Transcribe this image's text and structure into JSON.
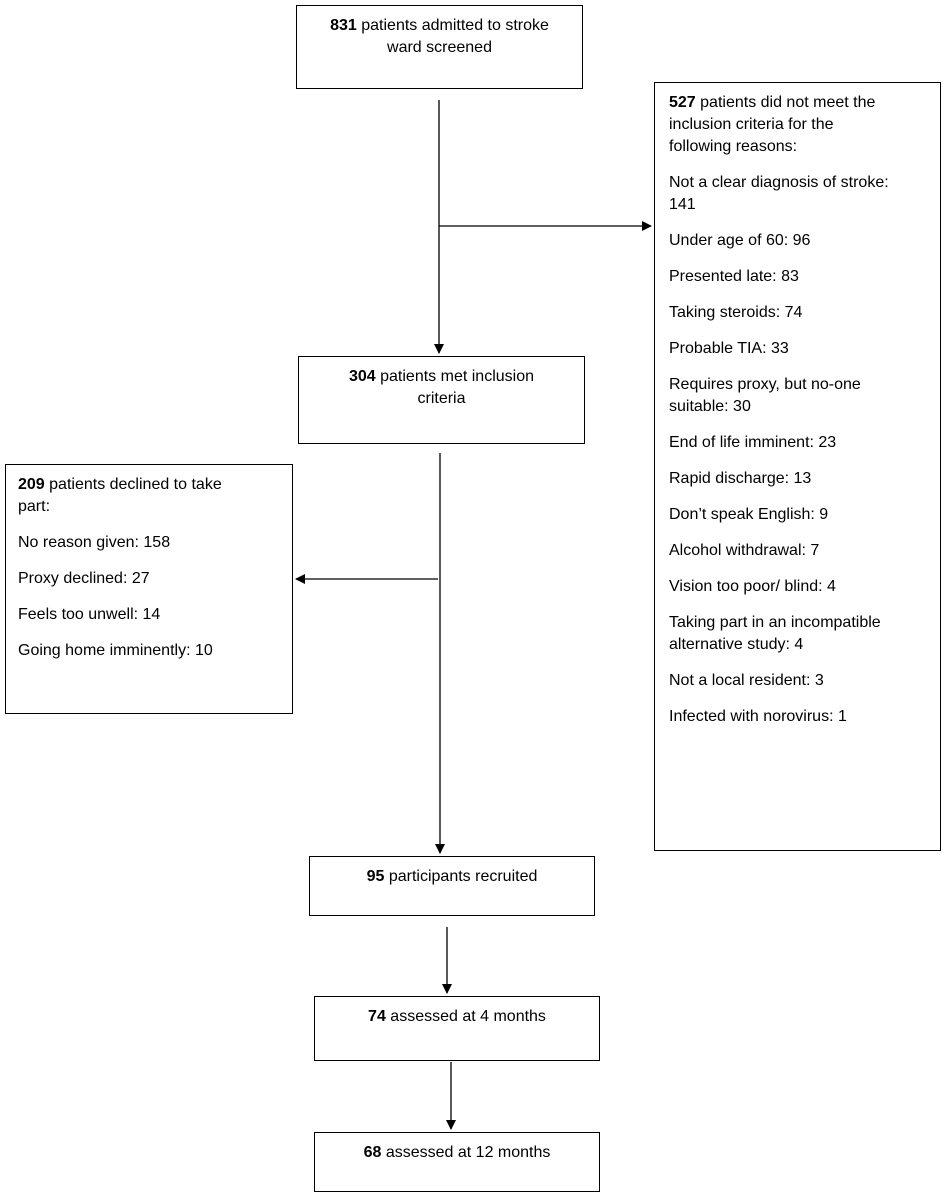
{
  "boxes": {
    "screened": {
      "count": "831",
      "text": " patients admitted to stroke",
      "text2": "ward screened"
    },
    "met": {
      "count": "304",
      "text": " patients met inclusion",
      "text2": "criteria"
    },
    "declined": {
      "count": "209",
      "text": " patients declined to take",
      "text2": "part:",
      "reasons": [
        "No reason given: 158",
        "Proxy declined: 27",
        "Feels too unwell: 14",
        "Going home imminently: 10"
      ]
    },
    "excluded": {
      "count": "527",
      "text": " patients did not meet the",
      "text2": "inclusion criteria for the",
      "text3": "following reasons:",
      "reasons": [
        [
          "Not a clear diagnosis of stroke:",
          "141"
        ],
        [
          "Under age of 60: 96"
        ],
        [
          "Presented late: 83"
        ],
        [
          "Taking steroids: 74"
        ],
        [
          "Probable TIA: 33"
        ],
        [
          "Requires proxy, but no-one",
          "suitable: 30"
        ],
        [
          "End of life imminent: 23"
        ],
        [
          "Rapid discharge: 13"
        ],
        [
          "Don’t speak English: 9"
        ],
        [
          "Alcohol withdrawal: 7"
        ],
        [
          "Vision too poor/ blind: 4"
        ],
        [
          "Taking part in an incompatible",
          "alternative study: 4"
        ],
        [
          "Not a local resident: 3"
        ],
        [
          "Infected with norovirus: 1"
        ]
      ]
    },
    "recruited": {
      "count": "95",
      "text": " participants recruited"
    },
    "four_months": {
      "count": "74",
      "text": " assessed at 4 months"
    },
    "twelve_months": {
      "count": "68",
      "text": " assessed at 12 months"
    }
  }
}
